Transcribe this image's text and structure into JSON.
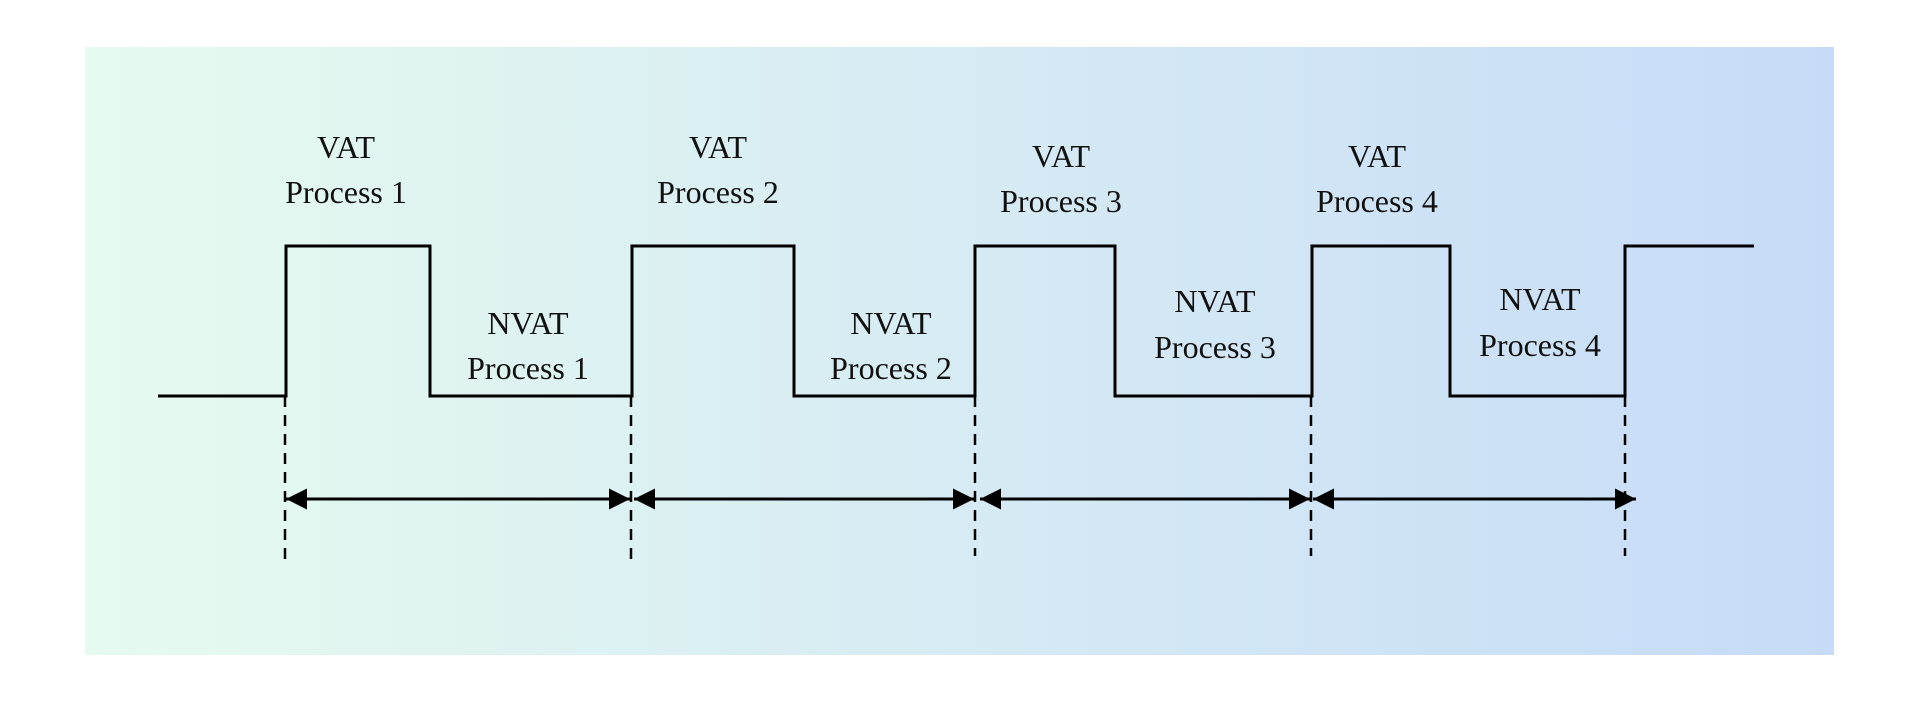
{
  "diagram": {
    "colors": {
      "gradient_start": "#e6fbef",
      "gradient_end": "#c7dbf8",
      "stroke": "#000000",
      "page": "#ffffff"
    },
    "vat_labels": [
      {
        "line1": "VAT",
        "line2": "Process 1"
      },
      {
        "line1": "VAT",
        "line2": "Process 2"
      },
      {
        "line1": "VAT",
        "line2": "Process 3"
      },
      {
        "line1": "VAT",
        "line2": "Process 4"
      }
    ],
    "nvat_labels": [
      {
        "line1": "NVAT",
        "line2": "Process 1"
      },
      {
        "line1": "NVAT",
        "line2": "Process 2"
      },
      {
        "line1": "NVAT",
        "line2": "Process 3"
      },
      {
        "line1": "NVAT",
        "line2": "Process 4"
      }
    ]
  }
}
